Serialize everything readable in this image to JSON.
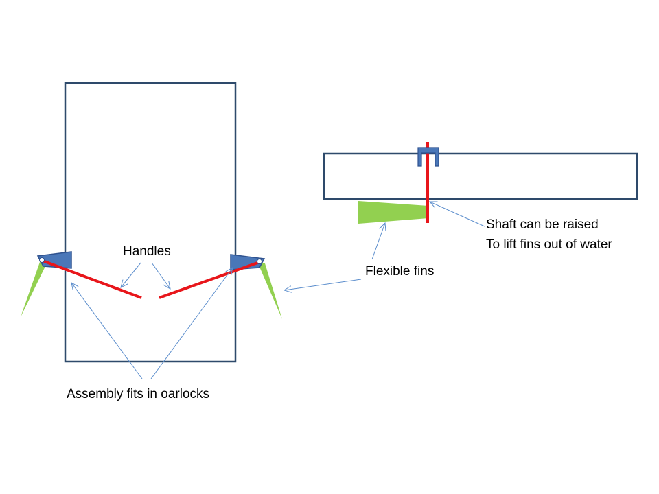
{
  "labels": {
    "handles": "Handles",
    "assembly": "Assembly fits in oarlocks",
    "flexible_fins": "Flexible fins",
    "shaft_line1": "Shaft can be raised",
    "shaft_line2": "To lift fins out of water"
  },
  "colors": {
    "hull_outline": "#2E4A6B",
    "shaft": "#E8161B",
    "oarlock": "#4A77B8",
    "oarlock_stroke": "#2F528F",
    "fin": "#92D050",
    "arrow": "#5B8DCC",
    "pivot": "#FFFFFF"
  }
}
